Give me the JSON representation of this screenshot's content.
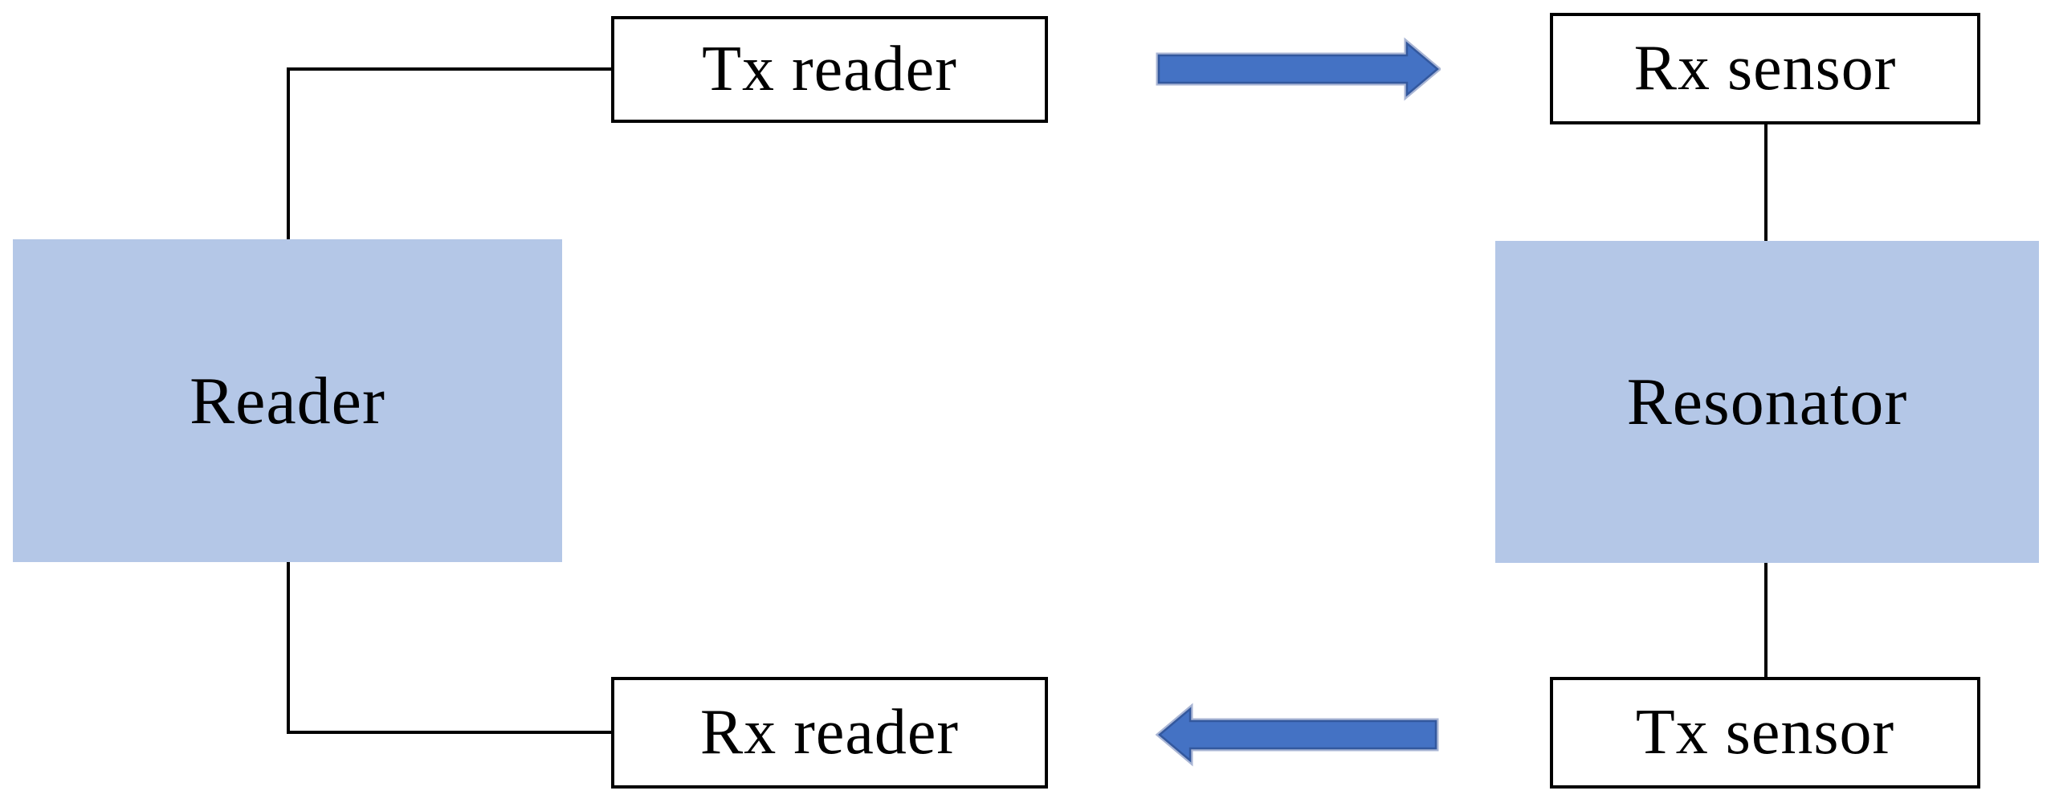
{
  "diagram": {
    "blocks": {
      "reader": {
        "label": "Reader"
      },
      "resonator": {
        "label": "Resonator"
      },
      "tx_reader": {
        "label": "Tx reader"
      },
      "rx_sensor": {
        "label": "Rx sensor"
      },
      "rx_reader": {
        "label": "Rx reader"
      },
      "tx_sensor": {
        "label": "Tx sensor"
      }
    },
    "arrows": [
      {
        "name": "right-arrow",
        "direction": "right",
        "from": "Tx reader",
        "to": "Rx sensor"
      },
      {
        "name": "left-arrow",
        "direction": "left",
        "from": "Tx sensor",
        "to": "Rx reader"
      }
    ],
    "colors": {
      "canvas_bg": "#ffffff",
      "block_fill": "#b4c7e7",
      "arrow_fill": "#4472c4",
      "arrow_edge": "#33589e",
      "arrow_glow": "#a9b5d4",
      "line_color": "#000000",
      "text_color": "#000000"
    }
  }
}
